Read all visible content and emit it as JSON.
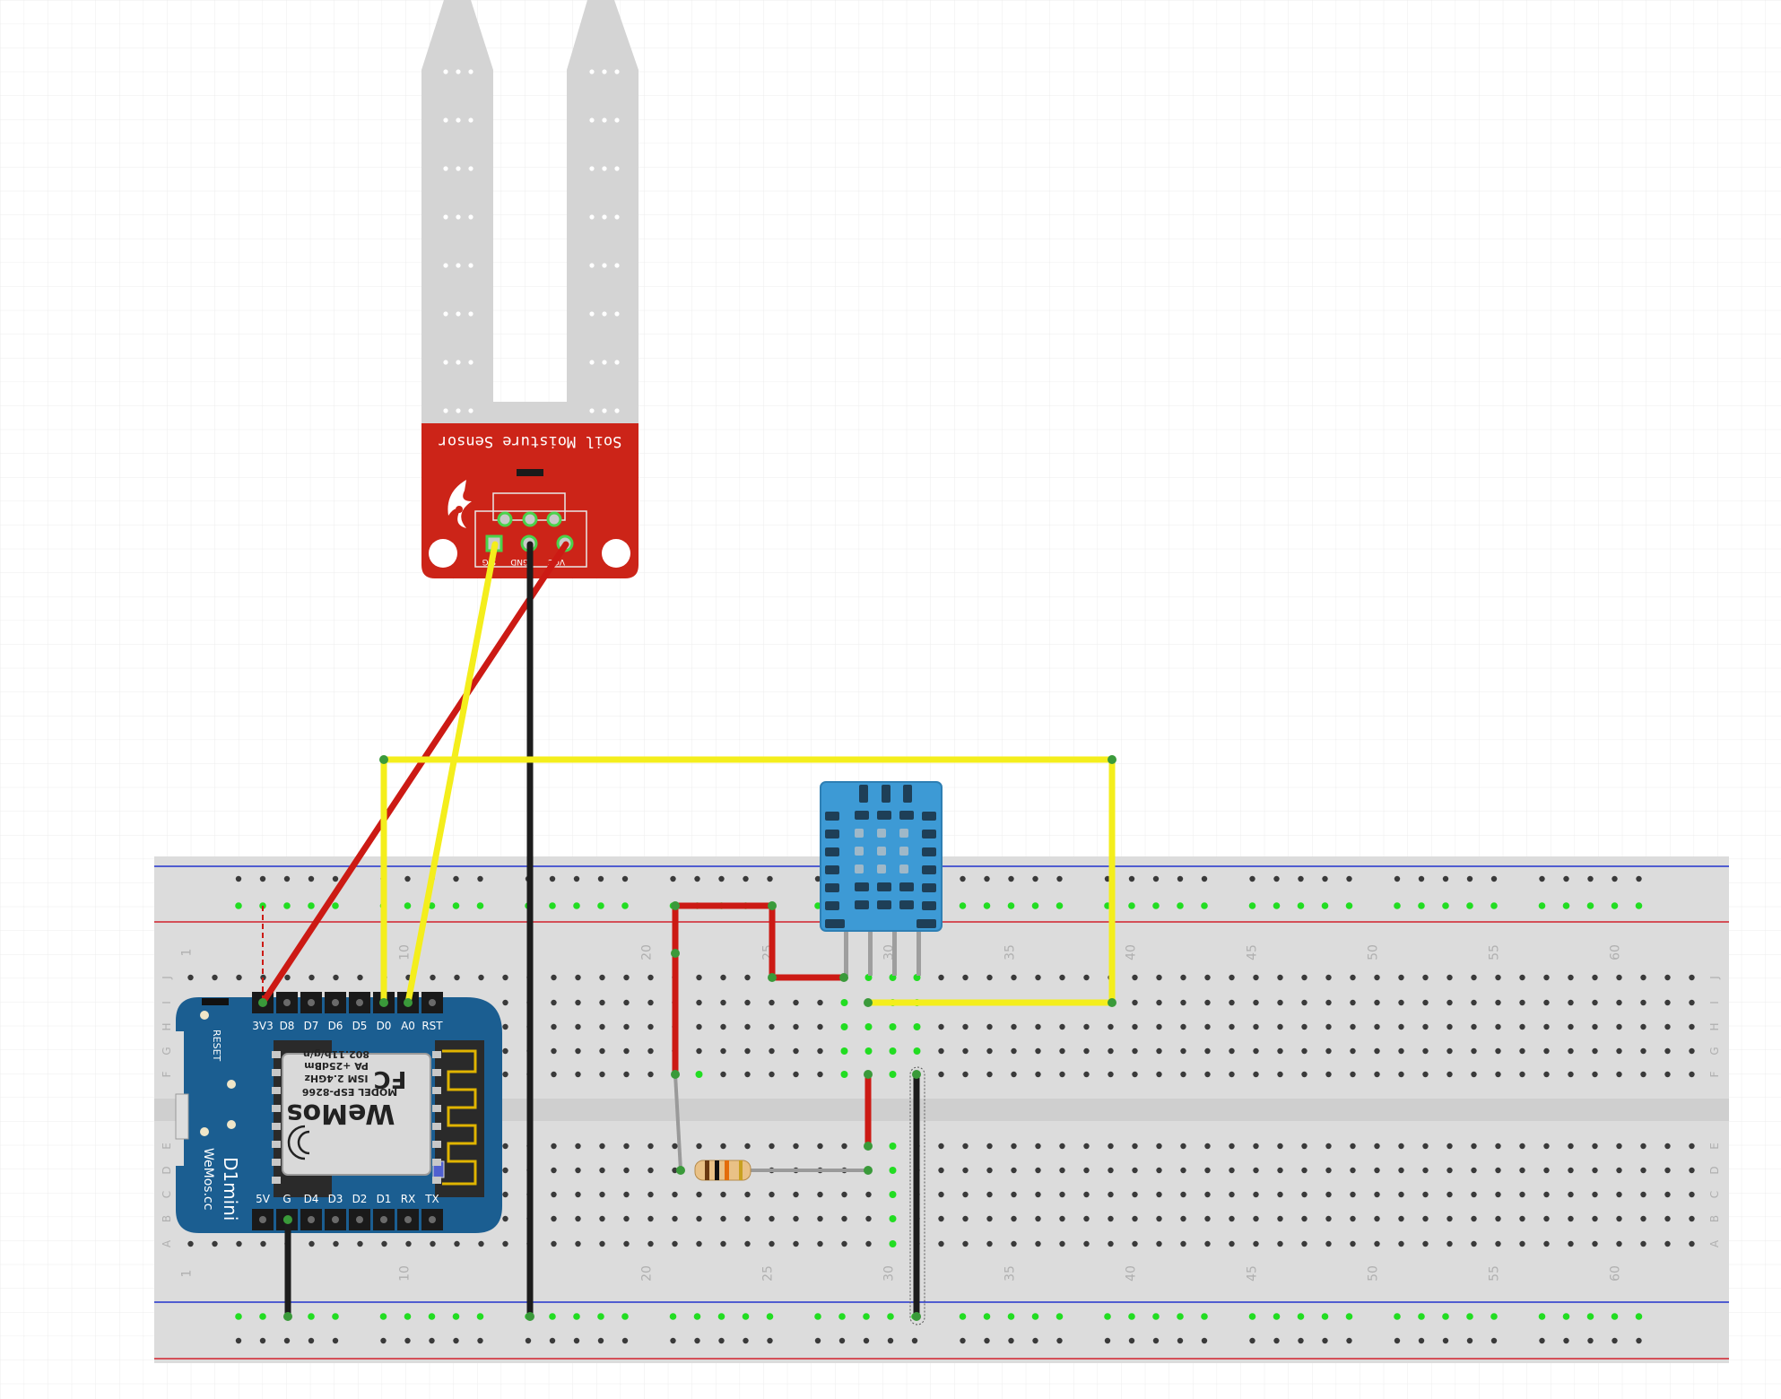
{
  "colors": {
    "grid": "#ebebeb",
    "breadboard": "#dcdcdc",
    "breadboard_channel": "#cfcfcf",
    "rail_red": "#d2222d",
    "rail_blue": "#2233cc",
    "hole": "#3a3a3a",
    "hole_active": "#22dd22",
    "probe": "#d4d4d4",
    "sensor_board": "#cc2418",
    "wemos_board": "#1b5e91",
    "dht_body": "#3d9ad5",
    "wire_red": "#cc1a14",
    "wire_yellow": "#f4ee1c",
    "wire_black": "#1c1c1c",
    "wire_gray": "#9a9a9a"
  },
  "soil_sensor": {
    "title": "Soil Moisture Sensor",
    "pins": [
      "SIG",
      "GND",
      "VCC"
    ]
  },
  "wemos": {
    "name": "D1mini",
    "brand": "WeMos.cc",
    "reset_label": "RESET",
    "top_pins": [
      "3V3",
      "D8",
      "D7",
      "D6",
      "D5",
      "D0",
      "A0",
      "RST"
    ],
    "bottom_pins": [
      "5V",
      "G",
      "D4",
      "D3",
      "D2",
      "D1",
      "RX",
      "TX"
    ],
    "chip_logo": "WeMos",
    "chip_lines": [
      "MODEL ESP-8266",
      "ISM 2.4GHz",
      "PA +25dBm",
      "802.11b/g/n"
    ],
    "fcc": "FC"
  },
  "breadboard": {
    "column_numbers": [
      "1",
      "10",
      "20",
      "25",
      "30",
      "35",
      "40",
      "45",
      "50",
      "55",
      "60"
    ],
    "row_letters_top": [
      "J",
      "I",
      "H",
      "G",
      "F"
    ],
    "row_letters_bottom": [
      "E",
      "D",
      "C",
      "B",
      "A"
    ],
    "num_columns": 63
  },
  "components": {
    "dht": "dht11-sensor",
    "resistor": "pullup-resistor"
  }
}
